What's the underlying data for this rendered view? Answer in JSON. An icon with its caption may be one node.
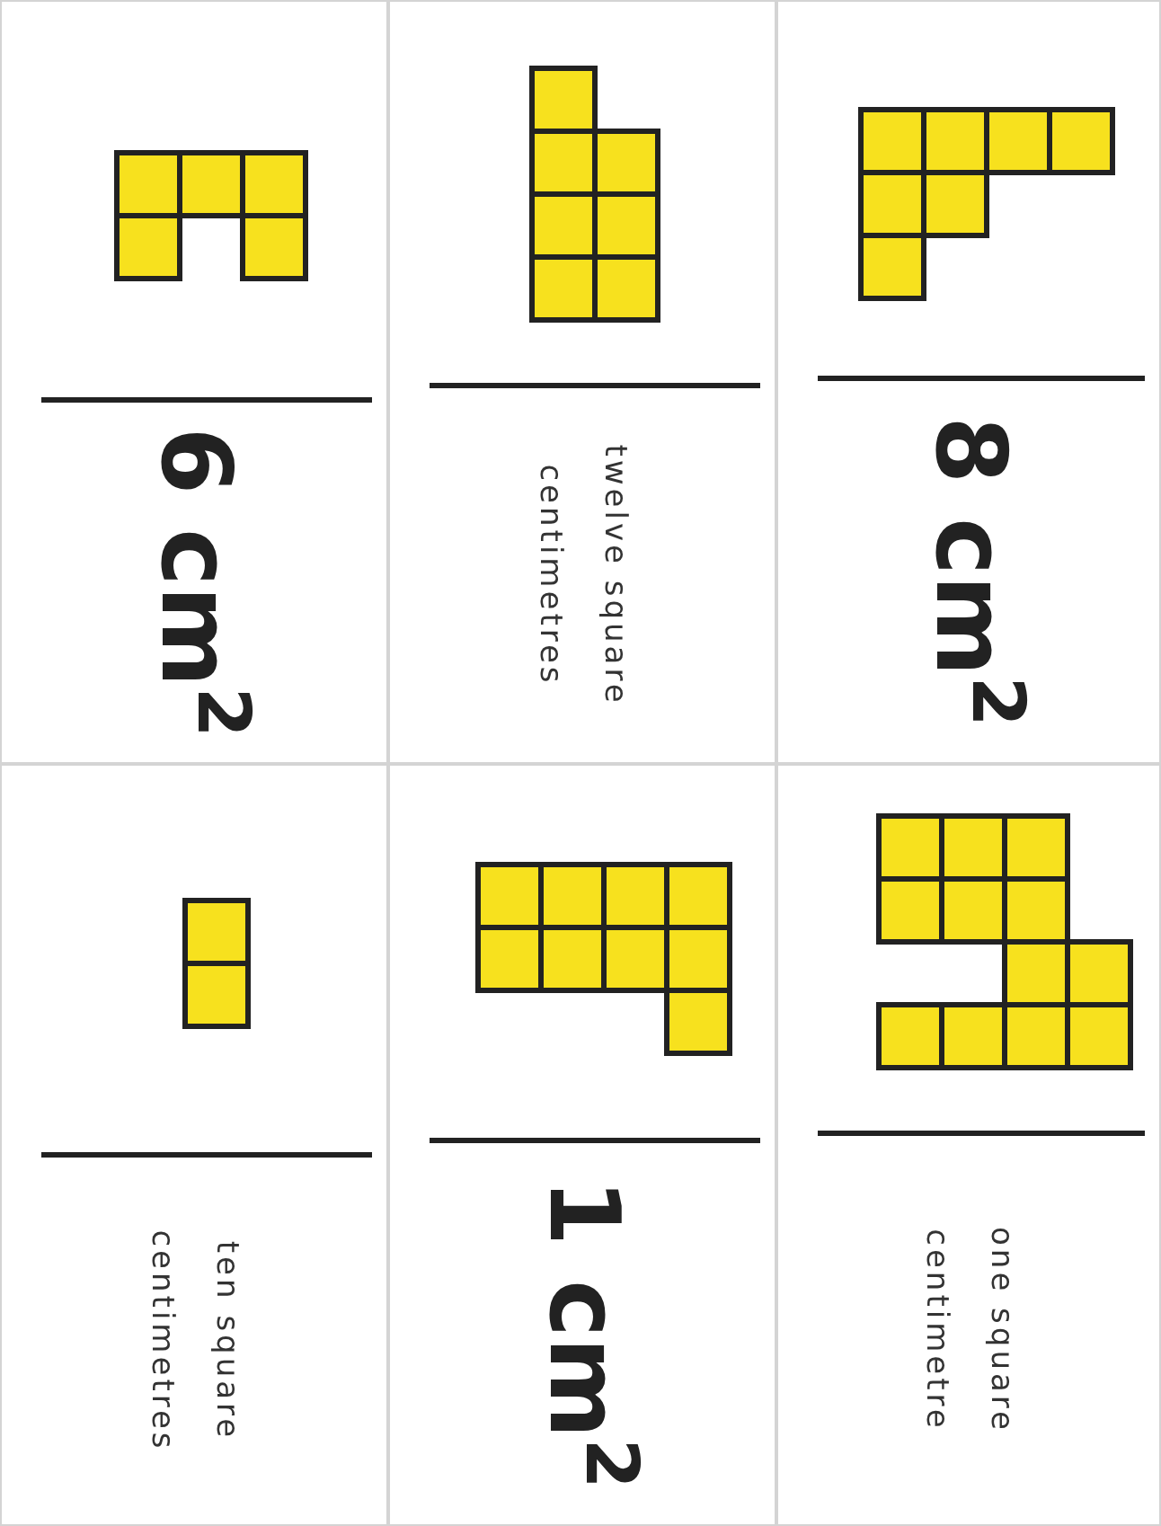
{
  "diagram": {
    "nodes": [
      {
        "text": [
          "6 cm$^{2}$"
        ]
      },
      {
        "text": [
          "twelve square centimetres"
        ]
      },
      {
        "text": [
          "8 cm$^{2}$"
        ]
      },
      {
        "text": [
          "ten square centimetres"
        ]
      },
      {
        "text": [
          "1 cm$^{2}$"
        ]
      },
      {
        "text": [
          "one square centimetre"
        ]
      }
    ]
  }
}
